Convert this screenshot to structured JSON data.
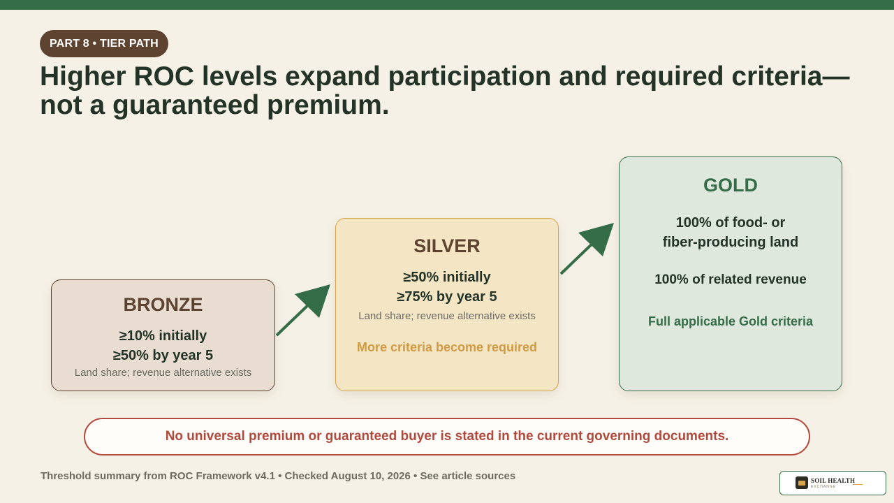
{
  "section_pill": "PART 8 • TIER PATH",
  "title_line1": "Higher ROC levels expand participation and required criteria—",
  "title_line2": "not a guaranteed premium.",
  "tiers": [
    {
      "name": "BRONZE",
      "line1": "≥10% initially",
      "line2": "≥50% by year 5",
      "note": "Land share; revenue alternative exists",
      "color": "#5e4331",
      "fill": "#e8ddd0"
    },
    {
      "name": "SILVER",
      "line1": "≥50% initially",
      "line2": "≥75% by year 5",
      "note": "Land share; revenue alternative exists",
      "emphasis": "More criteria become required",
      "color": "#d4a24a",
      "fill": "#f4e6c5"
    },
    {
      "name": "GOLD",
      "line1": "100% of food- or",
      "line2": "fiber-producing land",
      "line3": "100% of related revenue",
      "emphasis": "Full applicable Gold criteria",
      "color": "#356c48",
      "fill": "#dfe8dc"
    }
  ],
  "disclaimer": "No universal premium or guaranteed buyer is stated in the current governing documents.",
  "footer": "Threshold summary from ROC Framework v4.1 • Checked August 10, 2026 • See article sources",
  "logo": {
    "name": "SOIL HEALTH",
    "sub": "EXCHANGE"
  },
  "colors": {
    "accent": "#356c48",
    "brown": "#5e4331",
    "warning": "#b14a3d",
    "background": "#f6f1e6"
  }
}
